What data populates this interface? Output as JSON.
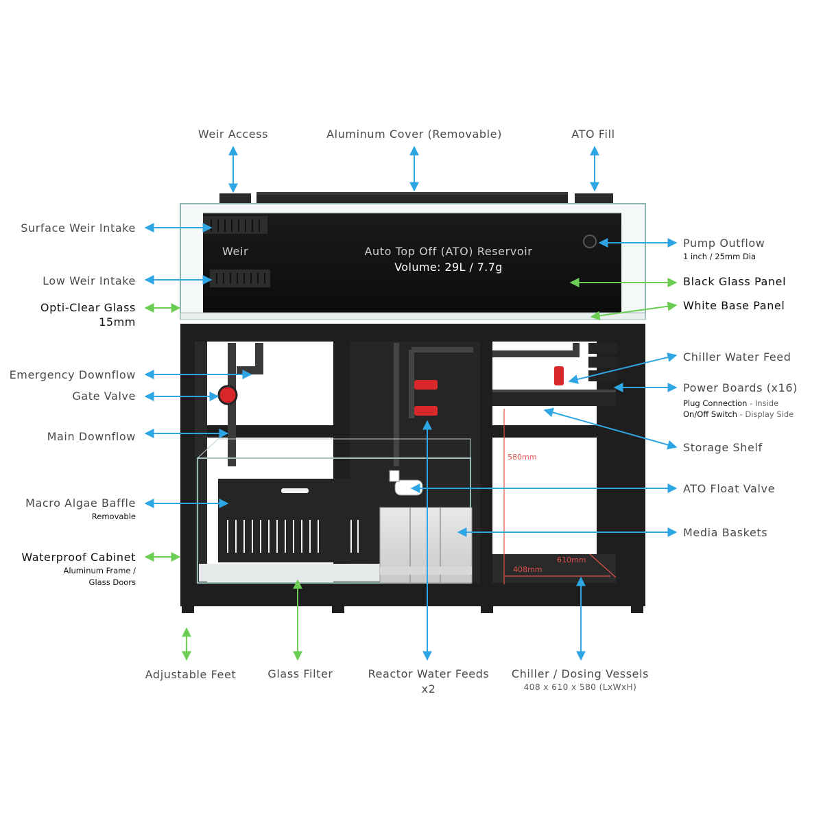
{
  "colors": {
    "blue_arrow": "#2fa6e4",
    "green_arrow": "#6ccd55",
    "dimension": "#e0524d",
    "cabinet": "#1e1e1e",
    "valve": "#d8282b"
  },
  "top_labels": {
    "weir_access": "Weir Access",
    "aluminum_cover": "Aluminum Cover (Removable)",
    "ato_fill": "ATO Fill"
  },
  "left_labels": {
    "surface_weir_intake": "Surface Weir Intake",
    "low_weir_intake": "Low Weir Intake",
    "opti_clear_glass": "Opti-Clear Glass",
    "opti_clear_glass_thickness": "15mm",
    "emergency_downflow": "Emergency Downflow",
    "gate_valve": "Gate Valve",
    "main_downflow": "Main Downflow",
    "macro_algae_baffle": "Macro Algae Baffle",
    "macro_algae_baffle_note": "Removable",
    "waterproof_cabinet": "Waterproof Cabinet",
    "waterproof_cabinet_note1": "Aluminum Frame /",
    "waterproof_cabinet_note2": "Glass Doors"
  },
  "right_labels": {
    "pump_outflow": "Pump Outflow",
    "pump_outflow_note": "1 inch / 25mm Dia",
    "black_glass_panel": "Black Glass Panel",
    "white_base_panel": "White Base Panel",
    "chiller_water_feed": "Chiller Water Feed",
    "power_boards": "Power Boards (x16)",
    "plug_connection": "Plug Connection",
    "plug_connection_note": " - Inside",
    "onoff_switch": "On/Off Switch",
    "onoff_switch_note": " - Display Side",
    "storage_shelf": "Storage Shelf",
    "ato_float_valve": "ATO Float Valve",
    "media_baskets": "Media Baskets"
  },
  "bottom_labels": {
    "adjustable_feet": "Adjustable Feet",
    "glass_filter": "Glass Filter",
    "reactor_water_feeds": "Reactor Water Feeds",
    "reactor_water_feeds_count": "x2",
    "chiller_dosing_vessels": "Chiller / Dosing Vessels",
    "chiller_dosing_dims": "408 x 610 x 580 (LxWxH)"
  },
  "tank_overlay": {
    "weir": "Weir",
    "reservoir_title": "Auto Top Off (ATO) Reservoir",
    "reservoir_volume": "Volume: 29L / 7.7g"
  },
  "dimensions": {
    "height": "580mm",
    "width": "610mm",
    "length": "408mm"
  }
}
